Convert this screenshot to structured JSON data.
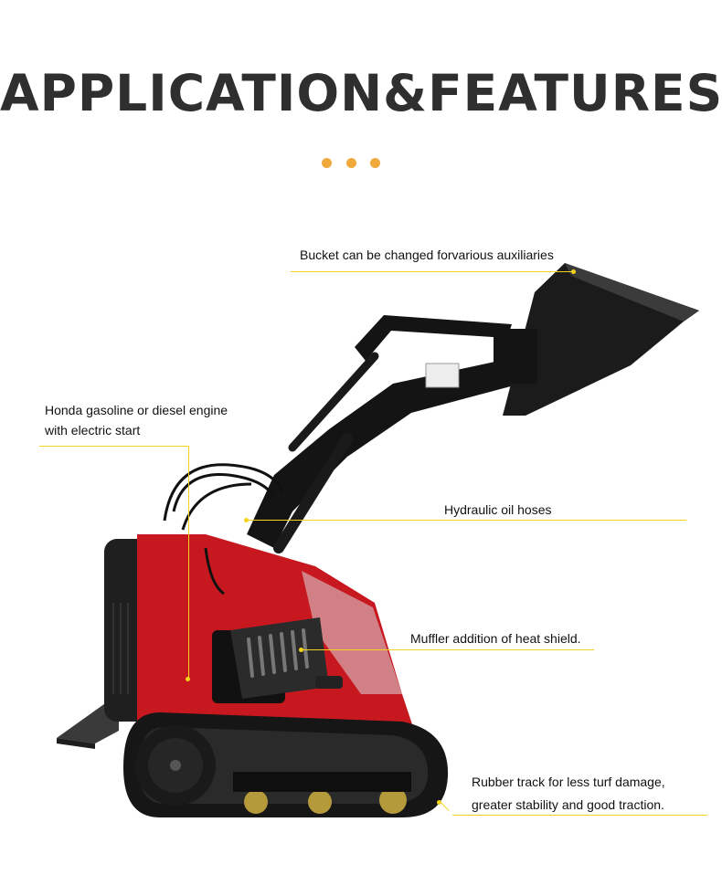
{
  "page": {
    "title": "APPLICATION&FEATURES",
    "accent_color": "#f2a93b",
    "line_color": "#f5d31c"
  },
  "features": [
    {
      "id": "bucket",
      "lines": [
        "Bucket can be changed forvarious auxiliaries"
      ]
    },
    {
      "id": "engine",
      "lines": [
        "Honda gasoline or diesel engine",
        "with electric start"
      ]
    },
    {
      "id": "hoses",
      "lines": [
        "Hydraulic oil hoses"
      ]
    },
    {
      "id": "muffler",
      "lines": [
        "Muffler addition of heat shield."
      ]
    },
    {
      "id": "track",
      "lines": [
        "Rubber track for less turf damage,",
        "greater stability and good traction."
      ]
    }
  ],
  "machine": {
    "image": "mini-skid-steer-loader-photo",
    "body_color": "#c8181f",
    "frame_color": "#141414"
  }
}
